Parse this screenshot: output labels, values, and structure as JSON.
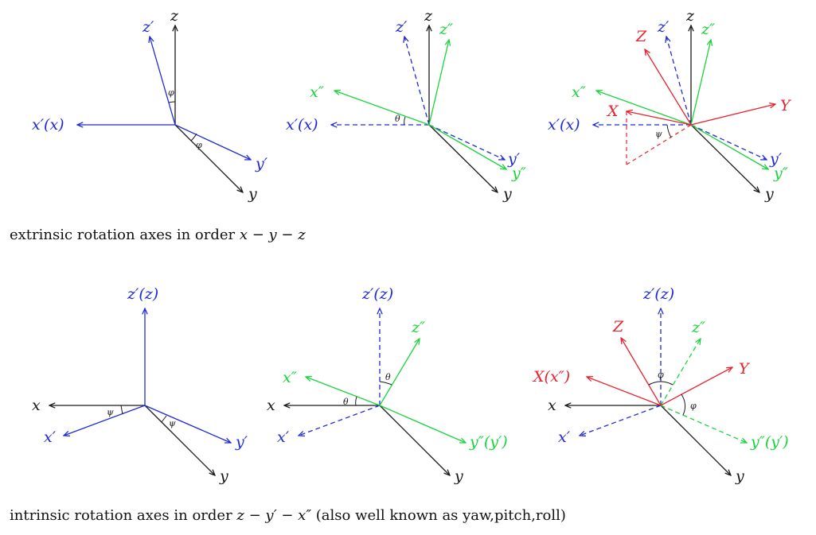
{
  "colors": {
    "black": "#1a1a1a",
    "blue": "#1f2bd6",
    "green": "#19d43a",
    "red": "#e8222f"
  },
  "captions": {
    "extrinsic_text": "extrinsic rotation axes in order ",
    "extrinsic_math": "x − y − z",
    "intrinsic_text": "intrinsic rotation axes in order ",
    "intrinsic_math": "z − y′ − x″",
    "intrinsic_suffix": " (also well known as yaw,pitch,roll)"
  },
  "panels": {
    "extrinsic": [
      {
        "labels": {
          "z": "z",
          "zp": "z′",
          "xp": "x′(x)",
          "yp": "y′",
          "y": "y",
          "phi1": "φ",
          "phi2": "φ"
        }
      },
      {
        "labels": {
          "z": "z",
          "zp": "z′",
          "zpp": "z″",
          "xpp": "x″",
          "xp": "x′(x)",
          "yp": "y′",
          "ypp": "y″",
          "y": "y",
          "theta": "θ"
        }
      },
      {
        "labels": {
          "Z": "Z",
          "zp": "z′",
          "z": "z",
          "zpp": "z″",
          "xpp": "x″",
          "X": "X",
          "Y": "Y",
          "xp": "x′(x)",
          "yp": "y′",
          "ypp": "y″",
          "y": "y",
          "psi": "ψ"
        }
      }
    ],
    "intrinsic": [
      {
        "labels": {
          "zp": "z′(z)",
          "x": "x",
          "xp": "x′",
          "yp": "y′",
          "y": "y",
          "psi1": "ψ",
          "psi2": "ψ"
        }
      },
      {
        "labels": {
          "zp": "z′(z)",
          "zpp": "z″",
          "xpp": "x″",
          "x": "x",
          "xp": "x′",
          "ypp": "y″(y′)",
          "y": "y",
          "theta1": "θ",
          "theta2": "θ"
        }
      },
      {
        "labels": {
          "zp": "z′(z)",
          "Z": "Z",
          "zpp": "z″",
          "Xx": "X(x″)",
          "Y": "Y",
          "x": "x",
          "xp": "x′",
          "ypp": "y″(y′)",
          "y": "y",
          "phi1": "φ",
          "phi2": "φ"
        }
      }
    ]
  }
}
